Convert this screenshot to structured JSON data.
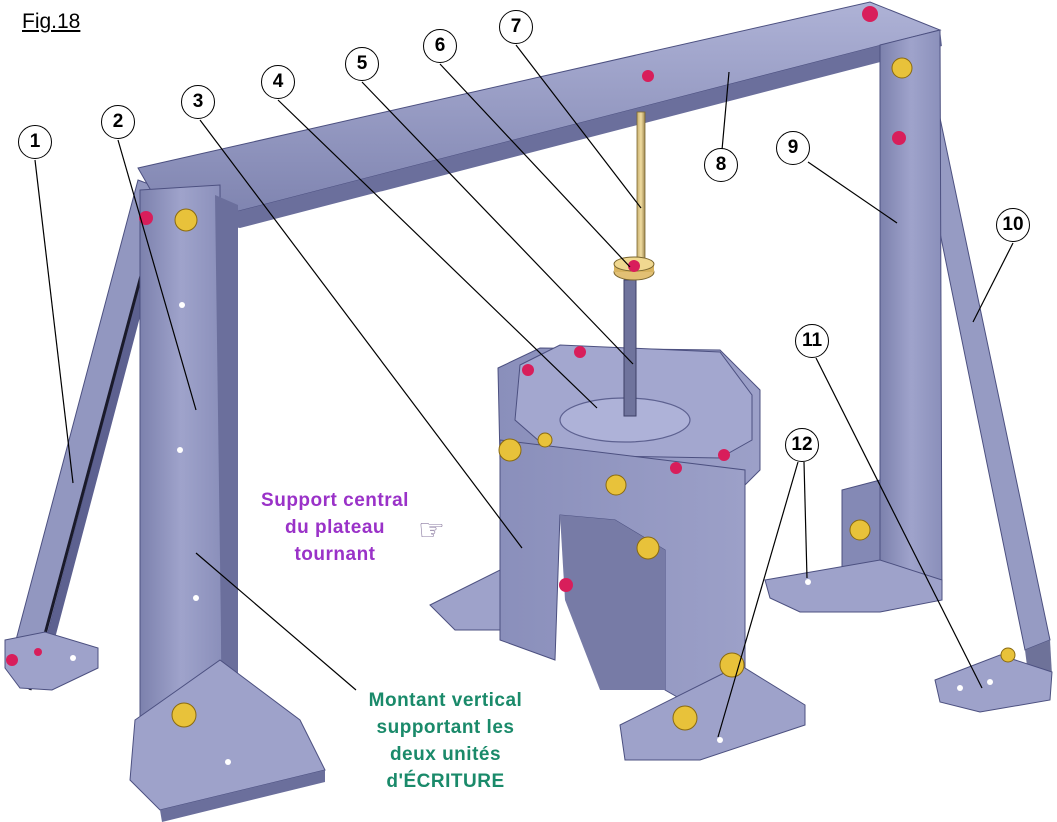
{
  "figure": {
    "title": "Fig.18"
  },
  "callouts": [
    {
      "id": "1",
      "label": "1"
    },
    {
      "id": "2",
      "label": "2"
    },
    {
      "id": "3",
      "label": "3"
    },
    {
      "id": "4",
      "label": "4"
    },
    {
      "id": "5",
      "label": "5"
    },
    {
      "id": "6",
      "label": "6"
    },
    {
      "id": "7",
      "label": "7"
    },
    {
      "id": "8",
      "label": "8"
    },
    {
      "id": "9",
      "label": "9"
    },
    {
      "id": "10",
      "label": "10"
    },
    {
      "id": "11",
      "label": "11"
    },
    {
      "id": "12",
      "label": "12"
    }
  ],
  "notes": {
    "central_support": [
      "Support central",
      "du plateau",
      "tournant"
    ],
    "vertical_post": [
      "Montant vertical",
      "supportant les",
      "deux unités",
      "d'ÉCRITURE"
    ]
  },
  "icons": {
    "pointing_hand": "pointing-hand-icon"
  },
  "colors": {
    "frame_metal": "#8e93bd",
    "frame_shadow": "#5d6190",
    "screw_gold": "#e8c23a",
    "nut_magenta": "#d81e5b",
    "purple_text": "#9a32c8",
    "green_text": "#1a8a6a"
  }
}
